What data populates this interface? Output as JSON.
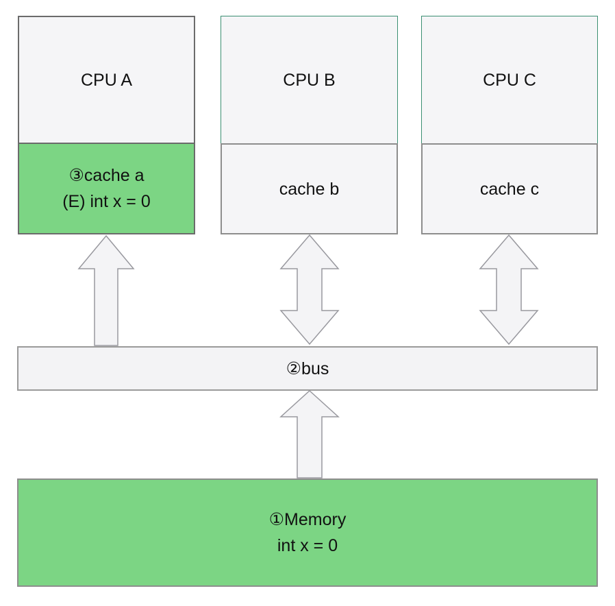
{
  "diagram": {
    "title": "cpu-cache-bus-memory-coherence-diagram",
    "cpus": [
      {
        "id": "a",
        "cpu_label": "CPU A",
        "cache_label": "③cache a",
        "cache_value": "(E) int x = 0",
        "cache_highlighted": true
      },
      {
        "id": "b",
        "cpu_label": "CPU B",
        "cache_label": "cache b",
        "cache_value": "",
        "cache_highlighted": false
      },
      {
        "id": "c",
        "cpu_label": "CPU C",
        "cache_label": "cache c",
        "cache_value": "",
        "cache_highlighted": false
      }
    ],
    "bus": {
      "label": "②bus"
    },
    "memory": {
      "label": "①Memory",
      "value": "int x = 0"
    },
    "arrows": [
      {
        "name": "cache-a-to-bus",
        "type": "single-up"
      },
      {
        "name": "cache-b-bus-bidirectional",
        "type": "double-vertical"
      },
      {
        "name": "cache-c-bus-bidirectional",
        "type": "double-vertical"
      },
      {
        "name": "memory-to-bus",
        "type": "single-up"
      }
    ],
    "colors": {
      "highlight_green": "#7cd584",
      "cpu_border_teal": "#3a8e71",
      "box_border_gray": "#8d8d8d",
      "box_fill_gray": "#f5f5f7",
      "arrow_fill": "#f4f4f6",
      "arrow_stroke": "#98989e",
      "background": "#ffffff",
      "text": "#111111"
    }
  }
}
